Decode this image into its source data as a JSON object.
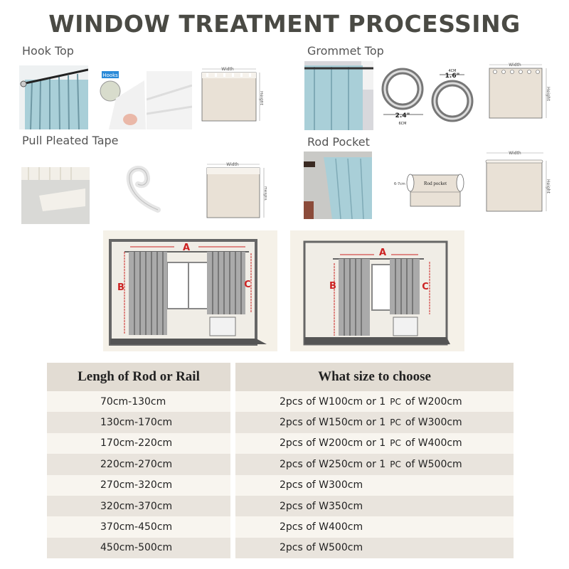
{
  "title": "WINDOW TREATMENT PROCESSING",
  "sections": {
    "hook_top": {
      "label": "Hook Top",
      "badge": "Hooks"
    },
    "pull_pleated_tape": {
      "label": "Pull Pleated Tape"
    },
    "grommet_top": {
      "label": "Grommet Top",
      "ring_large": "2.4\"",
      "ring_large_metric": "6CM",
      "ring_small": "1.6\"",
      "ring_small_metric": "4CM"
    },
    "rod_pocket": {
      "label": "Rod Pocket",
      "pocket_label": "Rod pocket",
      "pocket_size": "6-7cm"
    }
  },
  "diagram_labels": {
    "width": "Width",
    "height": "Height"
  },
  "room_labels": {
    "a": "A",
    "b": "B",
    "c": "C"
  },
  "table": {
    "headers": [
      "Lengh of Rod or Rail",
      "What size to choose"
    ],
    "rows": [
      {
        "length": "70cm-130cm",
        "size": "2pcs of W100cm or 1",
        "pc": "PC",
        "alt": "of W200cm"
      },
      {
        "length": "130cm-170cm",
        "size": "2pcs of W150cm or 1",
        "pc": "PC",
        "alt": "of W300cm"
      },
      {
        "length": "170cm-220cm",
        "size": "2pcs of W200cm or 1",
        "pc": "PC",
        "alt": "of W400cm"
      },
      {
        "length": "220cm-270cm",
        "size": "2pcs of W250cm or 1",
        "pc": "PC",
        "alt": "of W500cm"
      },
      {
        "length": "270cm-320cm",
        "size": "2pcs of W300cm"
      },
      {
        "length": "320cm-370cm",
        "size": "2pcs of W350cm"
      },
      {
        "length": "370cm-450cm",
        "size": "2pcs of W400cm"
      },
      {
        "length": "450cm-500cm",
        "size": "2pcs of W500cm"
      }
    ]
  },
  "colors": {
    "curtain_blue": "#a9cfd8",
    "panel_beige": "#e9e1d6",
    "measure_red": "#cc2222",
    "header_bg": "#e2dcd3"
  }
}
